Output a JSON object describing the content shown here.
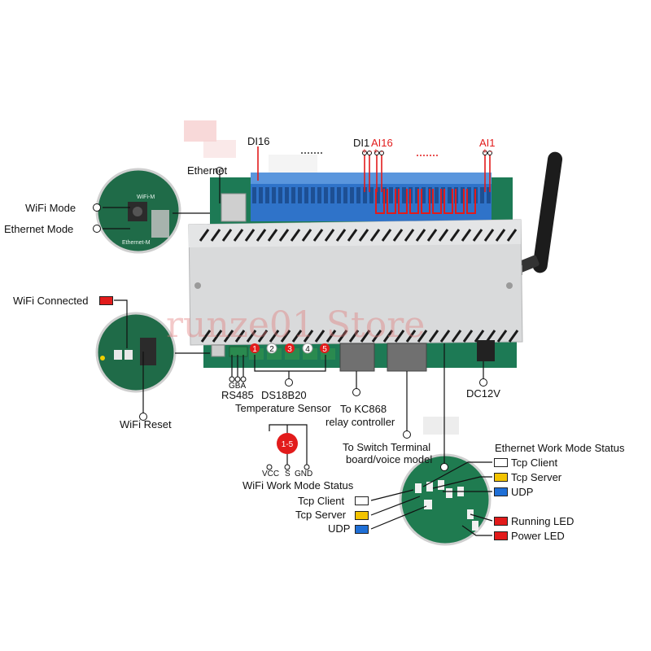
{
  "labels": {
    "di16": "DI16",
    "di1": "DI1",
    "ai16": "AI16",
    "ai1": "AI1",
    "pol_top_a": "+ -",
    "pol_top_b": "+ -",
    "pol_top_c": "+ -",
    "ethernet": "Ethernet",
    "wifi_mode": "WiFi Mode",
    "ethernet_mode": "Ethernet Mode",
    "wifi_connected": "WiFi Connected",
    "wifi_reset": "WiFi Reset",
    "gba": "GBA",
    "rs485": "RS485",
    "ds18b20": "DS18B20",
    "temp_sensor": "Temperature Sensor",
    "to_kc868": "To KC868",
    "relay_controller": "relay controller",
    "to_switch": "To Switch Terminal",
    "board_voice": "board/voice model",
    "dc12v": "DC12V",
    "badge_15": "1-5",
    "vcc": "VCC",
    "s": "S",
    "gnd": "GND",
    "eth_status": "Ethernet Work Mode Status",
    "wifi_status": "WiFi Work Mode Status",
    "tcp_client_r": "Tcp Client",
    "tcp_server_r": "Tcp Server",
    "udp_r": "UDP",
    "tcp_client_l": "Tcp Client",
    "tcp_server_l": "Tcp Server",
    "udp_l": "UDP",
    "running_led": "Running LED",
    "power_led": "Power LED",
    "board_wifi_m": "WiFi-M",
    "board_eth_m": "Ethernet-M",
    "sensor_1": "1",
    "sensor_2": "2",
    "sensor_3": "3",
    "sensor_4": "4",
    "sensor_5": "5",
    "watermark": "runze01 Store"
  },
  "colors": {
    "red": "#e21b1b",
    "yellow": "#f3c300",
    "blue": "#1f6fd6",
    "white": "#ffffff",
    "terminal_blue": "#2f73c9",
    "case_gray": "#d9dadb",
    "pcb_green": "#1d7a55"
  }
}
